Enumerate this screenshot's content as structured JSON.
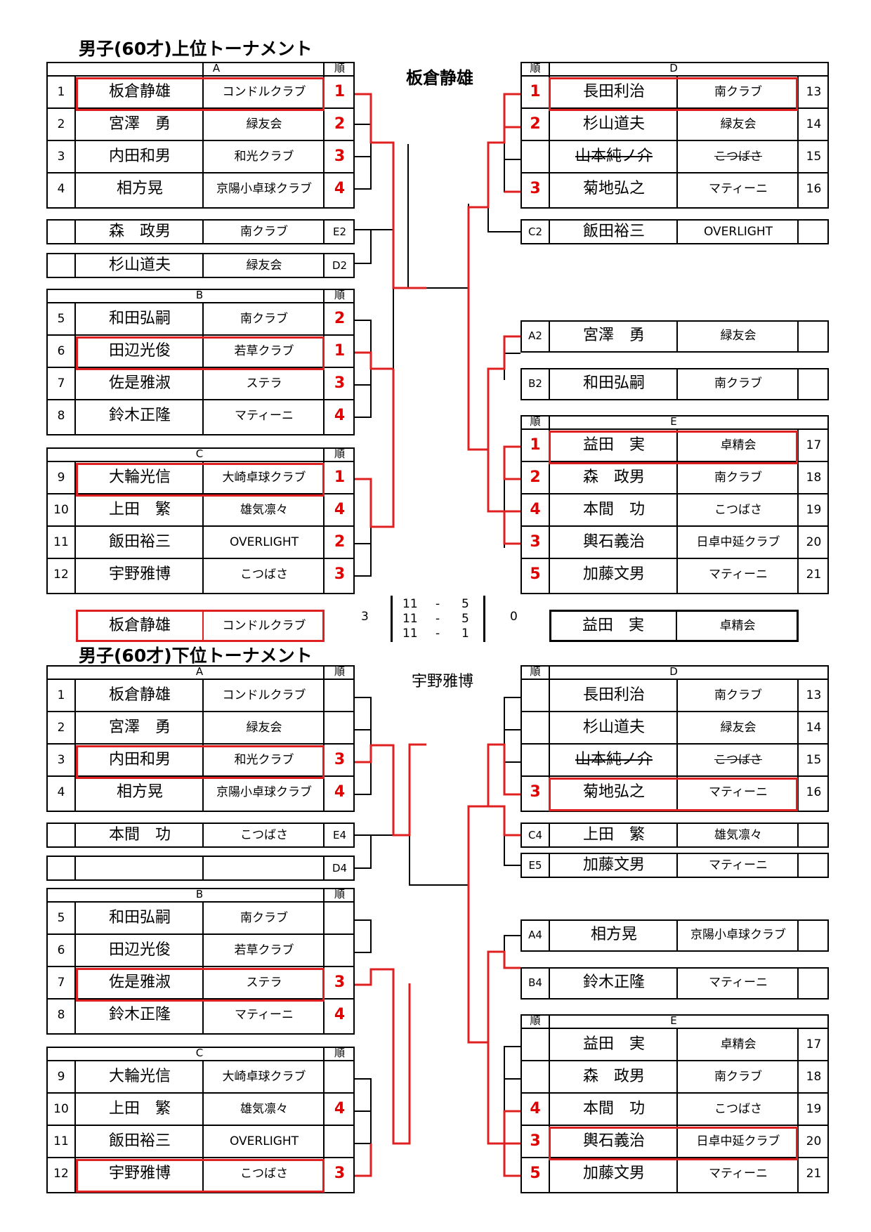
{
  "upper": {
    "title": "男子(60才)上位トーナメント",
    "champion": "板倉静雄",
    "groups": {
      "A": {
        "label": "A",
        "rank_header": "順",
        "rows": [
          {
            "no": "1",
            "name": "板倉静雄",
            "club": "コンドルクラブ",
            "rank": "1"
          },
          {
            "no": "2",
            "name": "宮澤　勇",
            "club": "緑友会",
            "rank": "2"
          },
          {
            "no": "3",
            "name": "内田和男",
            "club": "和光クラブ",
            "rank": "3"
          },
          {
            "no": "4",
            "name": "相方晃",
            "club": "京陽小卓球クラブ",
            "rank": "4"
          }
        ]
      },
      "B": {
        "label": "B",
        "rank_header": "順",
        "rows": [
          {
            "no": "5",
            "name": "和田弘嗣",
            "club": "南クラブ",
            "rank": "2"
          },
          {
            "no": "6",
            "name": "田辺光俊",
            "club": "若草クラブ",
            "rank": "1"
          },
          {
            "no": "7",
            "name": "佐是雅淑",
            "club": "ステラ",
            "rank": "3"
          },
          {
            "no": "8",
            "name": "鈴木正隆",
            "club": "マティーニ",
            "rank": "4"
          }
        ]
      },
      "C": {
        "label": "C",
        "rank_header": "順",
        "rows": [
          {
            "no": "9",
            "name": "大輪光信",
            "club": "大崎卓球クラブ",
            "rank": "1"
          },
          {
            "no": "10",
            "name": "上田　繁",
            "club": "雄気凛々",
            "rank": "4"
          },
          {
            "no": "11",
            "name": "飯田裕三",
            "club": "OVERLIGHT",
            "rank": "2"
          },
          {
            "no": "12",
            "name": "宇野雅博",
            "club": "こつばさ",
            "rank": "3"
          }
        ]
      },
      "D": {
        "label": "D",
        "rank_header": "順",
        "rows": [
          {
            "no": "13",
            "name": "長田利治",
            "club": "南クラブ",
            "rank": "1"
          },
          {
            "no": "14",
            "name": "杉山道夫",
            "club": "緑友会",
            "rank": "2"
          },
          {
            "no": "15",
            "name": "山本純ノ介",
            "club": "こつばさ",
            "rank": ""
          },
          {
            "no": "16",
            "name": "菊地弘之",
            "club": "マティーニ",
            "rank": "3"
          }
        ]
      },
      "E": {
        "label": "E",
        "rank_header": "順",
        "rows": [
          {
            "no": "17",
            "name": "益田　実",
            "club": "卓精会",
            "rank": "1"
          },
          {
            "no": "18",
            "name": "森　政男",
            "club": "南クラブ",
            "rank": "2"
          },
          {
            "no": "19",
            "name": "本間　功",
            "club": "こつばさ",
            "rank": "4"
          },
          {
            "no": "20",
            "name": "輿石義治",
            "club": "日卓中延クラブ",
            "rank": "3"
          },
          {
            "no": "21",
            "name": "加藤文男",
            "club": "マティーニ",
            "rank": "5"
          }
        ]
      }
    },
    "extras": {
      "left1": {
        "name": "森　政男",
        "club": "南クラブ",
        "seed": "E2"
      },
      "left2": {
        "name": "杉山道夫",
        "club": "緑友会",
        "seed": "D2"
      },
      "right1": {
        "name": "飯田裕三",
        "club": "OVERLIGHT",
        "seed": "C2"
      },
      "right2": {
        "name": "宮澤　勇",
        "club": "緑友会",
        "seed": "A2"
      },
      "right3": {
        "name": "和田弘嗣",
        "club": "南クラブ",
        "seed": "B2"
      }
    },
    "final": {
      "left": {
        "name": "板倉静雄",
        "club": "コンドルクラブ"
      },
      "right": {
        "name": "益田　実",
        "club": "卓精会"
      },
      "left_sets": "3",
      "right_sets": "0",
      "games": [
        {
          "a": "11",
          "sep": "-",
          "b": "5"
        },
        {
          "a": "11",
          "sep": "-",
          "b": "5"
        },
        {
          "a": "11",
          "sep": "-",
          "b": "1"
        }
      ]
    }
  },
  "lower": {
    "title": "男子(60才)下位トーナメント",
    "champion": "宇野雅博",
    "groups": {
      "A": {
        "label": "A",
        "rank_header": "順",
        "rows": [
          {
            "no": "1",
            "name": "板倉静雄",
            "club": "コンドルクラブ",
            "rank": ""
          },
          {
            "no": "2",
            "name": "宮澤　勇",
            "club": "緑友会",
            "rank": ""
          },
          {
            "no": "3",
            "name": "内田和男",
            "club": "和光クラブ",
            "rank": "3"
          },
          {
            "no": "4",
            "name": "相方晃",
            "club": "京陽小卓球クラブ",
            "rank": "4"
          }
        ]
      },
      "B": {
        "label": "B",
        "rank_header": "順",
        "rows": [
          {
            "no": "5",
            "name": "和田弘嗣",
            "club": "南クラブ",
            "rank": ""
          },
          {
            "no": "6",
            "name": "田辺光俊",
            "club": "若草クラブ",
            "rank": ""
          },
          {
            "no": "7",
            "name": "佐是雅淑",
            "club": "ステラ",
            "rank": "3"
          },
          {
            "no": "8",
            "name": "鈴木正隆",
            "club": "マティーニ",
            "rank": "4"
          }
        ]
      },
      "C": {
        "label": "C",
        "rank_header": "順",
        "rows": [
          {
            "no": "9",
            "name": "大輪光信",
            "club": "大崎卓球クラブ",
            "rank": ""
          },
          {
            "no": "10",
            "name": "上田　繁",
            "club": "雄気凛々",
            "rank": "4"
          },
          {
            "no": "11",
            "name": "飯田裕三",
            "club": "OVERLIGHT",
            "rank": ""
          },
          {
            "no": "12",
            "name": "宇野雅博",
            "club": "こつばさ",
            "rank": "3"
          }
        ]
      },
      "D": {
        "label": "D",
        "rank_header": "順",
        "rows": [
          {
            "no": "13",
            "name": "長田利治",
            "club": "南クラブ",
            "rank": ""
          },
          {
            "no": "14",
            "name": "杉山道夫",
            "club": "緑友会",
            "rank": ""
          },
          {
            "no": "15",
            "name": "山本純ノ介",
            "club": "こつばさ",
            "rank": ""
          },
          {
            "no": "16",
            "name": "菊地弘之",
            "club": "マティーニ",
            "rank": "3"
          }
        ]
      },
      "E": {
        "label": "E",
        "rank_header": "順",
        "rows": [
          {
            "no": "17",
            "name": "益田　実",
            "club": "卓精会",
            "rank": ""
          },
          {
            "no": "18",
            "name": "森　政男",
            "club": "南クラブ",
            "rank": ""
          },
          {
            "no": "19",
            "name": "本間　功",
            "club": "こつばさ",
            "rank": "4"
          },
          {
            "no": "20",
            "name": "輿石義治",
            "club": "日卓中延クラブ",
            "rank": "3"
          },
          {
            "no": "21",
            "name": "加藤文男",
            "club": "マティーニ",
            "rank": "5"
          }
        ]
      }
    },
    "extras": {
      "left1": {
        "name": "本間　功",
        "club": "こつばさ",
        "seed": "E4"
      },
      "left2": {
        "name": "",
        "club": "",
        "seed": "D4"
      },
      "right1": {
        "name": "上田　繁",
        "club": "雄気凛々",
        "seed": "C4"
      },
      "right1b": {
        "name": "加藤文男",
        "club": "マティーニ",
        "seed": "E5"
      },
      "right2": {
        "name": "相方晃",
        "club": "京陽小卓球クラブ",
        "seed": "A4"
      },
      "right3": {
        "name": "鈴木正隆",
        "club": "マティーニ",
        "seed": "B4"
      }
    }
  },
  "colors": {
    "accent_red": "#e02020",
    "rank_red": "#e00000",
    "line_black": "#000000"
  }
}
